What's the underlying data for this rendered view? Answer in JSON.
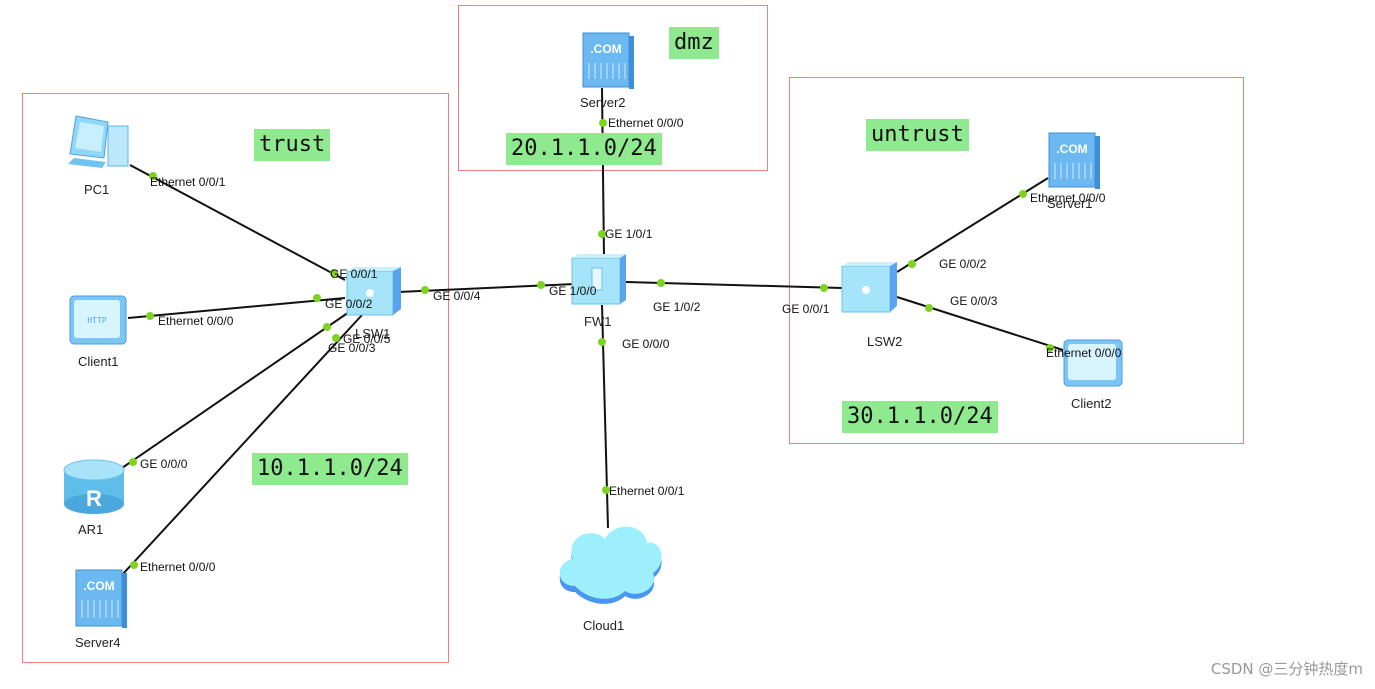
{
  "zones": {
    "trust": {
      "label": "trust",
      "network": "10.1.1.0/24"
    },
    "dmz": {
      "label": "dmz",
      "network": "20.1.1.0/24"
    },
    "untrust": {
      "label": "untrust",
      "network": "30.1.1.0/24"
    }
  },
  "devices": {
    "pc1": "PC1",
    "client1": "Client1",
    "ar1": "AR1",
    "server4": "Server4",
    "lsw1": "LSW1",
    "fw1": "FW1",
    "server2": "Server2",
    "cloud1": "Cloud1",
    "lsw2": "LSW2",
    "server1": "Server1",
    "client2": "Client2"
  },
  "ports": {
    "pc1_eth": "Ethernet 0/0/1",
    "lsw1_ge1": "GE 0/0/1",
    "client1_eth": "Ethernet 0/0/0",
    "lsw1_ge2": "GE 0/0/2",
    "lsw1_ge3": "GE 0/0/3",
    "lsw1_ge5": "GE 0/0/5",
    "ar1_ge": "GE 0/0/0",
    "server4_eth": "Ethernet 0/0/0",
    "lsw1_ge4": "GE 0/0/4",
    "fw1_ge100": "GE 1/0/0",
    "fw1_ge101": "GE 1/0/1",
    "fw1_ge102": "GE 1/0/2",
    "fw1_ge000": "GE 0/0/0",
    "server2_eth": "Ethernet 0/0/0",
    "cloud1_eth": "Ethernet 0/0/1",
    "lsw2_ge1": "GE 0/0/1",
    "lsw2_ge2": "GE 0/0/2",
    "lsw2_ge3": "GE 0/0/3",
    "server1_eth": "Ethernet 0/0/0",
    "client2_eth": "Ethernet 0/0/0"
  },
  "colors": {
    "zone_border": "#f08080",
    "tag_bg": "#8fe98f",
    "port_dot": "#7ed321",
    "link": "#111111"
  },
  "watermark": "CSDN @三分钟热度m"
}
